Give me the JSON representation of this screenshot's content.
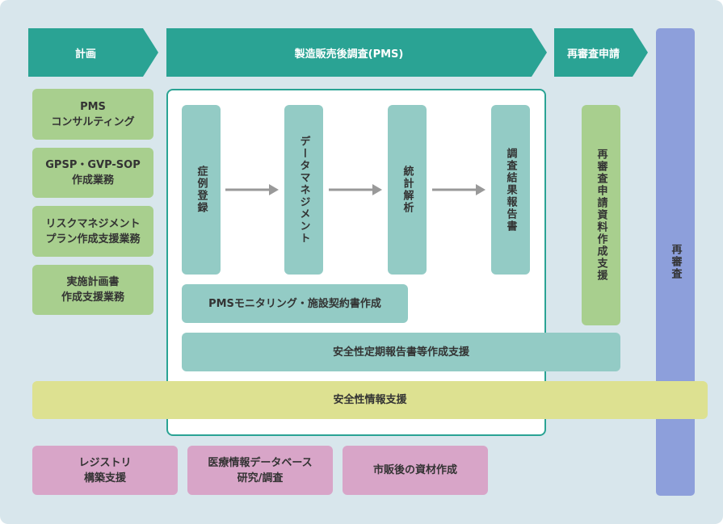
{
  "colors": {
    "background": "#d8e6ec",
    "header_teal": "#2aa394",
    "box_teal": "#93cbc5",
    "box_green": "#a8cf8e",
    "box_yellow": "#dde191",
    "box_pink": "#d8a5c8",
    "box_blue": "#8d9fdb",
    "arrow_gray": "#999999"
  },
  "headers": {
    "plan": "計画",
    "pms": "製造販売後調査(PMS)",
    "reexam_apply": "再審査申請"
  },
  "left_items": [
    {
      "lines": [
        "PMS",
        "コンサルティング"
      ]
    },
    {
      "lines": [
        "GPSP・GVP-SOP",
        "作成業務"
      ]
    },
    {
      "lines": [
        "リスクマネジメント",
        "プラン作成支援業務"
      ]
    },
    {
      "lines": [
        "実施計画書",
        "作成支援業務"
      ]
    }
  ],
  "steps": [
    {
      "label": "症例登録"
    },
    {
      "label": "データマネジメント"
    },
    {
      "label": "統計解析"
    },
    {
      "label": "調査結果報告書"
    }
  ],
  "pms_monitoring": "PMSモニタリング・施設契約書作成",
  "safety_report": "安全性定期報告書等作成支援",
  "safety_info": "安全性情報支援",
  "reexam_doc": "再審査申請資料作成支援",
  "reexam": "再審査",
  "bottom_items": [
    {
      "lines": [
        "レジストリ",
        "構築支援"
      ]
    },
    {
      "lines": [
        "医療情報データベース",
        "研究/調査"
      ]
    },
    {
      "lines": [
        "市販後の資材作成"
      ]
    }
  ]
}
